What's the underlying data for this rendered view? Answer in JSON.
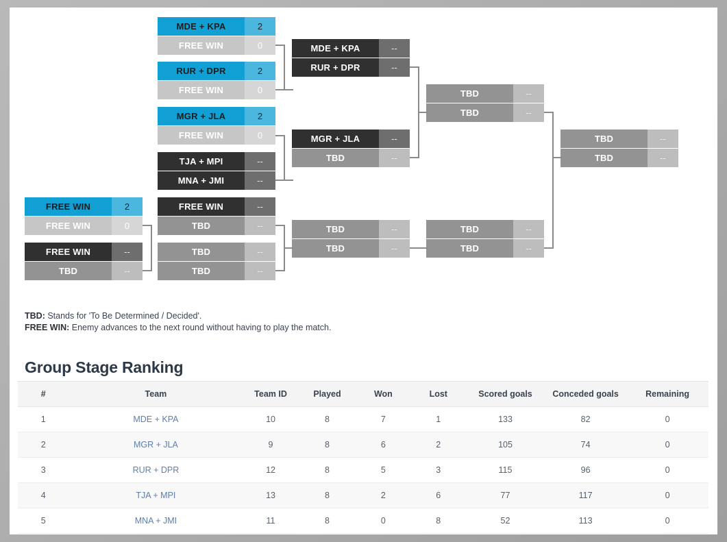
{
  "bracket": {
    "round1": [
      {
        "name": "match-r1-1",
        "top": {
          "team": "MDE + KPA",
          "score": "2",
          "state": "win"
        },
        "bottom": {
          "team": "FREE WIN",
          "score": "0",
          "state": "lose"
        }
      },
      {
        "name": "match-r1-2",
        "top": {
          "team": "RUR + DPR",
          "score": "2",
          "state": "win"
        },
        "bottom": {
          "team": "FREE WIN",
          "score": "0",
          "state": "lose"
        }
      },
      {
        "name": "match-r1-3",
        "top": {
          "team": "MGR + JLA",
          "score": "2",
          "state": "win"
        },
        "bottom": {
          "team": "FREE WIN",
          "score": "0",
          "state": "lose"
        }
      },
      {
        "name": "match-r1-4",
        "top": {
          "team": "TJA + MPI",
          "score": "--",
          "state": "dark"
        },
        "bottom": {
          "team": "MNA + JMI",
          "score": "--",
          "state": "dark"
        }
      },
      {
        "name": "match-r1-5",
        "top": {
          "team": "FREE WIN",
          "score": "2",
          "state": "win"
        },
        "bottom": {
          "team": "FREE WIN",
          "score": "0",
          "state": "lose"
        }
      },
      {
        "name": "match-r1-6",
        "top": {
          "team": "FREE WIN",
          "score": "--",
          "state": "dark"
        },
        "bottom": {
          "team": "TBD",
          "score": "--",
          "state": "tbd"
        }
      }
    ],
    "round2": [
      {
        "name": "match-r2-1",
        "top": {
          "team": "MDE + KPA",
          "score": "--",
          "state": "dark"
        },
        "bottom": {
          "team": "RUR + DPR",
          "score": "--",
          "state": "dark"
        }
      },
      {
        "name": "match-r2-2",
        "top": {
          "team": "MGR + JLA",
          "score": "--",
          "state": "dark"
        },
        "bottom": {
          "team": "TBD",
          "score": "--",
          "state": "tbd"
        }
      },
      {
        "name": "match-r2-3",
        "top": {
          "team": "FREE WIN",
          "score": "--",
          "state": "dark"
        },
        "bottom": {
          "team": "TBD",
          "score": "--",
          "state": "tbd"
        }
      },
      {
        "name": "match-r2-4",
        "top": {
          "team": "TBD",
          "score": "--",
          "state": "tbd"
        },
        "bottom": {
          "team": "TBD",
          "score": "--",
          "state": "tbd"
        }
      }
    ],
    "round3": [
      {
        "name": "match-r3-1",
        "top": {
          "team": "TBD",
          "score": "--",
          "state": "tbd"
        },
        "bottom": {
          "team": "TBD",
          "score": "--",
          "state": "tbd"
        }
      },
      {
        "name": "match-r3-2",
        "top": {
          "team": "TBD",
          "score": "--",
          "state": "tbd"
        },
        "bottom": {
          "team": "TBD",
          "score": "--",
          "state": "tbd"
        }
      }
    ],
    "round4": [
      {
        "name": "match-r4-1",
        "top": {
          "team": "TBD",
          "score": "--",
          "state": "tbd"
        },
        "bottom": {
          "team": "TBD",
          "score": "--",
          "state": "tbd"
        }
      }
    ],
    "semifinal_lower": [
      {
        "name": "match-sf-lower",
        "top": {
          "team": "TBD",
          "score": "--",
          "state": "tbd"
        },
        "bottom": {
          "team": "TBD",
          "score": "--",
          "state": "tbd"
        }
      }
    ]
  },
  "legend": {
    "tbd_label": "TBD:",
    "tbd_text": " Stands for 'To Be Determined / Decided'.",
    "freewin_label": "FREE WIN:",
    "freewin_text": " Enemy advances to the next round without having to play the match."
  },
  "ranking": {
    "title": "Group Stage Ranking",
    "columns": [
      "#",
      "Team",
      "Team ID",
      "Played",
      "Won",
      "Lost",
      "Scored goals",
      "Conceded goals",
      "Remaining"
    ],
    "rows": [
      {
        "rank": "1",
        "team": "MDE + KPA",
        "team_id": "10",
        "played": "8",
        "won": "7",
        "lost": "1",
        "scored": "133",
        "conceded": "82",
        "remaining": "0"
      },
      {
        "rank": "2",
        "team": "MGR + JLA",
        "team_id": "9",
        "played": "8",
        "won": "6",
        "lost": "2",
        "scored": "105",
        "conceded": "74",
        "remaining": "0"
      },
      {
        "rank": "3",
        "team": "RUR + DPR",
        "team_id": "12",
        "played": "8",
        "won": "5",
        "lost": "3",
        "scored": "115",
        "conceded": "96",
        "remaining": "0"
      },
      {
        "rank": "4",
        "team": "TJA + MPI",
        "team_id": "13",
        "played": "8",
        "won": "2",
        "lost": "6",
        "scored": "77",
        "conceded": "117",
        "remaining": "0"
      },
      {
        "rank": "5",
        "team": "MNA + JMI",
        "team_id": "11",
        "played": "8",
        "won": "0",
        "lost": "8",
        "scored": "52",
        "conceded": "113",
        "remaining": "0"
      }
    ]
  },
  "colors": {
    "winner": "#129fd4",
    "loser": "#c6c6c6",
    "dark": "#303030",
    "tbd": "#939393",
    "link": "#5f7ea9",
    "heading": "#2e3947"
  }
}
